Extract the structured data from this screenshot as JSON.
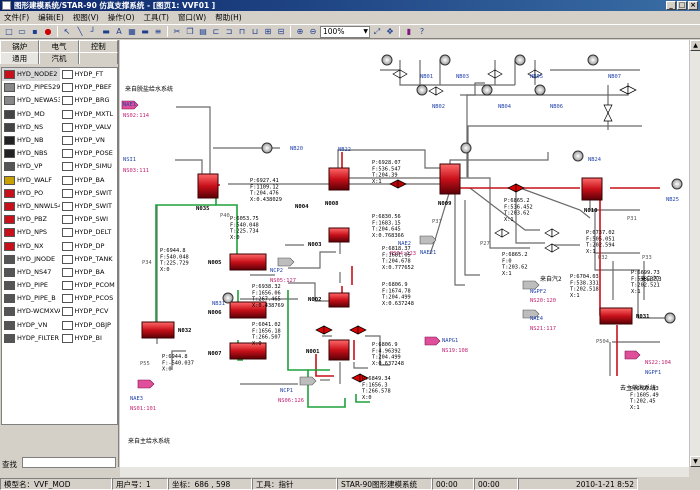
{
  "window": {
    "title": "图形建模系统/STAR-90 仿真支撑系统 - [图页1: VVF01 ]",
    "controls": [
      "_",
      "□",
      "×"
    ]
  },
  "menu": [
    "文件(F)",
    "编辑(E)",
    "视图(V)",
    "操作(O)",
    "工具(T)",
    "窗口(W)",
    "帮助(H)"
  ],
  "toolbar": {
    "zoom": "100%"
  },
  "left_panel": {
    "tabs_row1": [
      "锅炉",
      "电气",
      "控制"
    ],
    "tabs_row2": [
      "通用",
      "汽机"
    ],
    "palette": [
      [
        "HYD_NODE2",
        "HYDP_FT"
      ],
      [
        "HYD_PIPE529",
        "HYDP_PBEF"
      ],
      [
        "HYD_NEWA530",
        "HYDP_BRG"
      ],
      [
        "HYD_MD",
        "HYDP_MXTL"
      ],
      [
        "HYD_NS",
        "HYDP_VALV"
      ],
      [
        "HYD_NB",
        "HYDP_VN"
      ],
      [
        "HYD_NBS",
        "HYDP_POSE"
      ],
      [
        "HYD_VP",
        "HYDP_SIMU"
      ],
      [
        "HYD_WALF",
        "HYDP_BA"
      ],
      [
        "HYD_PO",
        "HYDP_SWIT"
      ],
      [
        "HYD_NNWL540",
        "HYDP_SWIT"
      ],
      [
        "HYD_PBZ",
        "HYDP_SWI"
      ],
      [
        "HYD_NPS",
        "HYDP_DELT"
      ],
      [
        "HYD_NX",
        "HYDP_DP"
      ],
      [
        "HYD_JNODE",
        "HYDP_TANK"
      ],
      [
        "HYD_NS47",
        "HYDP_BA"
      ],
      [
        "HYD_PIPE",
        "HYDP_PCOM"
      ],
      [
        "HYD_PIPE_B",
        "HYDP_PCOS"
      ],
      [
        "HYD-WCMXVALVE",
        "HYDP_PCV"
      ],
      [
        "HYDP_VN",
        "HYDP_OBJP"
      ],
      [
        "HYDP_FILTER",
        "HYDP_BI"
      ]
    ],
    "search_label": "查找"
  },
  "diagram": {
    "annotations": [
      "来自脱盐给水系统",
      "来自主给水系统",
      "来自汽2",
      "来自汽3",
      "去主蒸汽系统"
    ],
    "nodes": [
      "N001",
      "N002",
      "N003",
      "N004",
      "N005",
      "N006",
      "N007",
      "N008",
      "N009",
      "N010",
      "N031",
      "N032",
      "N035"
    ],
    "ports": [
      "NAE1",
      "NS02:114",
      "NSI1",
      "NS03:111",
      "NB20",
      "NB22",
      "NB24",
      "NB25",
      "NB31",
      "NB01",
      "NB02",
      "NB03",
      "NB04",
      "NB05",
      "NB06",
      "NB07",
      "NAE2",
      "NS04:123",
      "NAPG1",
      "NS19:108",
      "NCP1",
      "NS06:126",
      "NCP2",
      "NS05:127",
      "NAE21",
      "NS20:120",
      "NGPF2",
      "NAE4",
      "NS21:117",
      "NAE3",
      "NS01:101",
      "NS22:104",
      "NGPF1"
    ],
    "pipes": [
      "P27",
      "P31",
      "P32",
      "P33",
      "P34",
      "P37",
      "P40",
      "P55",
      "P504"
    ],
    "readouts": [
      [
        "P:6927.41",
        "F:1109.12",
        "T:204.476",
        "X:0.438029"
      ],
      [
        "P:6928.07",
        "F:536.547",
        "T:204.39",
        "X:1"
      ],
      [
        "P:6053.75",
        "F:540.048",
        "T:225.734",
        "X:0"
      ],
      [
        "P:6944.8",
        "F:540.048",
        "T:225.729",
        "X:0"
      ],
      [
        "P:6938.32",
        "F:1656.06",
        "T:267.465",
        "X:0.438769"
      ],
      [
        "P:6041.02",
        "F:1656.18",
        "T:266.507",
        "X:0"
      ],
      [
        "P:6944.8",
        "F:-540.037",
        "X:0"
      ],
      [
        "P:6830.56",
        "F:1683.15",
        "T:204.645",
        "X:0.768366"
      ],
      [
        "P:6818.37",
        "F:1681.05",
        "T:204.678",
        "X:0.777652"
      ],
      [
        "P:6806.9",
        "F:1674.78",
        "T:204.499",
        "X:0.637248"
      ],
      [
        "P:6806.9",
        "F:4.96392",
        "T:204.499",
        "X:0.637248"
      ],
      [
        "P:6849.34",
        "F:1656.3",
        "T:266.578",
        "X:0"
      ],
      [
        "P:6865.2",
        "F:536.452",
        "T:203.62",
        "X:1"
      ],
      [
        "P:6865.2",
        "F:0",
        "T:203.62",
        "X:1"
      ],
      [
        "P:6737.02",
        "F:505.051",
        "T:202.594",
        "X:1"
      ],
      [
        "P:6704.03",
        "F:538.331",
        "T:202.518",
        "X:1"
      ],
      [
        "P:6699.73",
        "F:538.327",
        "T:202.521",
        "X:1"
      ],
      [
        "P:6697.03",
        "F:1605.49",
        "T:202.45",
        "X:1"
      ]
    ]
  },
  "status": {
    "model": "模型名：VVF_MOD",
    "user": "用户号：1",
    "coords": "坐标：686 , 598",
    "tool": "工具：指针",
    "system": "STAR-90图形建模系统",
    "time1": "00:00",
    "time2": "00:00",
    "datetime": "2010-1-21 8:52"
  }
}
